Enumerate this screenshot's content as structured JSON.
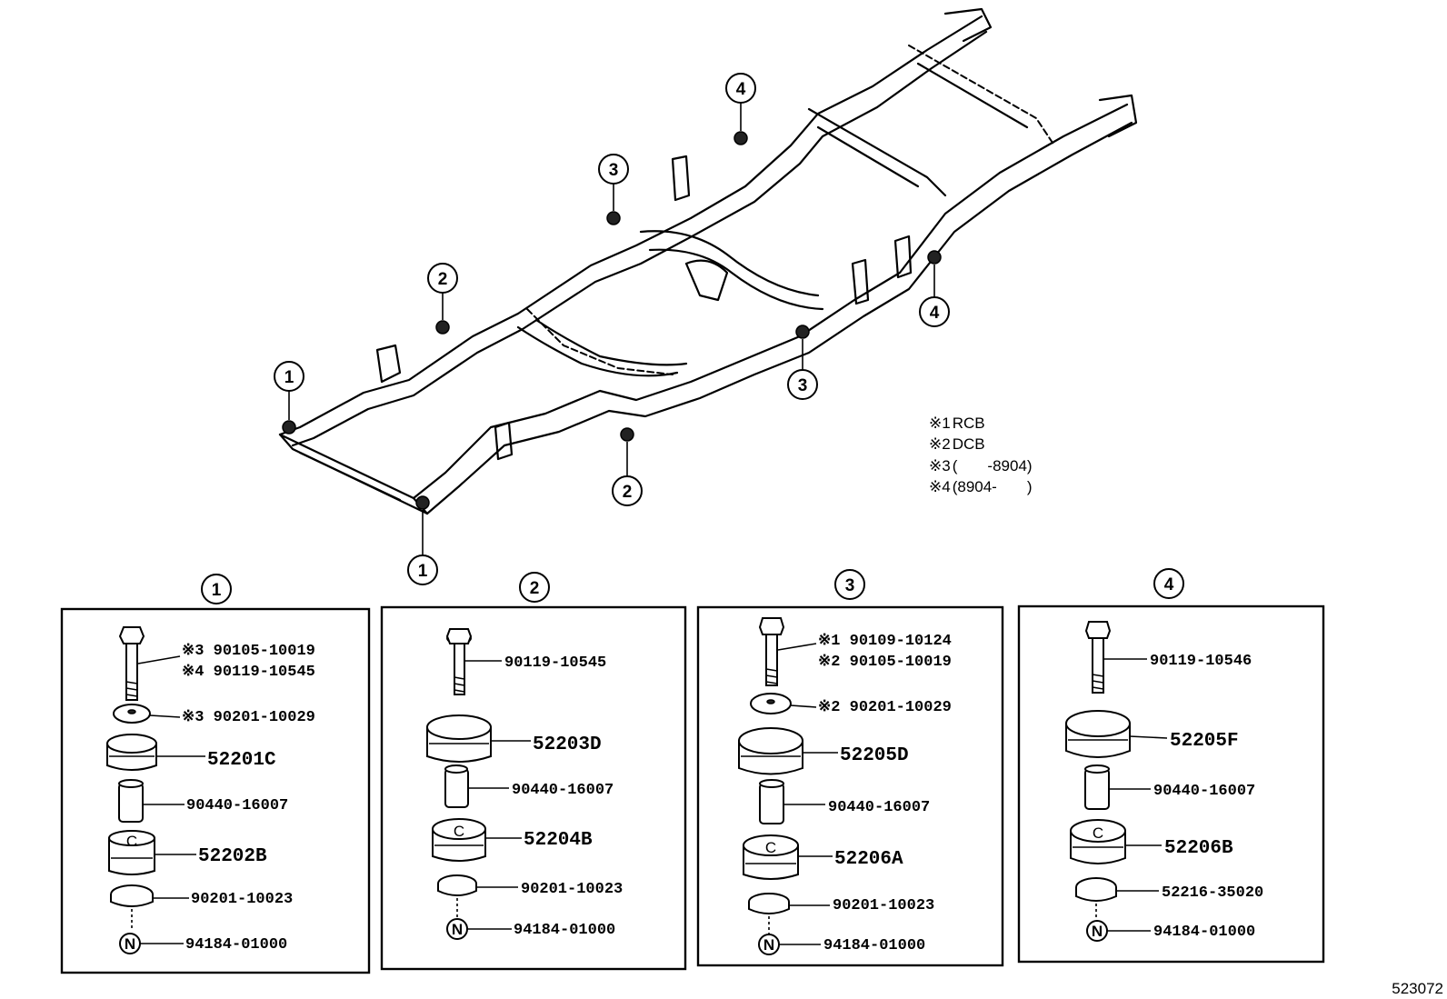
{
  "diagram_number": "523072",
  "notes": [
    {
      "mark": "※1",
      "text": "RCB"
    },
    {
      "mark": "※2",
      "text": "DCB"
    },
    {
      "mark": "※3",
      "text": "(       -8904)"
    },
    {
      "mark": "※4",
      "text": "(8904-       )"
    }
  ],
  "callouts": [
    "1",
    "2",
    "3",
    "4"
  ],
  "groups": [
    {
      "number": "1",
      "parts": [
        {
          "label": "※3 90105-10019"
        },
        {
          "label": "※4 90119-10545"
        },
        {
          "label": "※3 90201-10029"
        },
        {
          "label": "52201C"
        },
        {
          "label": "90440-16007"
        },
        {
          "label": "52202B"
        },
        {
          "label": "90201-10023"
        },
        {
          "label": "94184-01000"
        }
      ]
    },
    {
      "number": "2",
      "parts": [
        {
          "label": "90119-10545"
        },
        {
          "label": "52203D"
        },
        {
          "label": "90440-16007"
        },
        {
          "label": "52204B"
        },
        {
          "label": "90201-10023"
        },
        {
          "label": "94184-01000"
        }
      ]
    },
    {
      "number": "3",
      "parts": [
        {
          "label": "※1 90109-10124"
        },
        {
          "label": "※2 90105-10019"
        },
        {
          "label": "※2 90201-10029"
        },
        {
          "label": "52205D"
        },
        {
          "label": "90440-16007"
        },
        {
          "label": "52206A"
        },
        {
          "label": "90201-10023"
        },
        {
          "label": "94184-01000"
        }
      ]
    },
    {
      "number": "4",
      "parts": [
        {
          "label": "90119-10546"
        },
        {
          "label": "52205F"
        },
        {
          "label": "90440-16007"
        },
        {
          "label": "52206B"
        },
        {
          "label": "52216-35020"
        },
        {
          "label": "94184-01000"
        }
      ]
    }
  ],
  "nut_symbol": "N",
  "cushion_symbol": "C"
}
